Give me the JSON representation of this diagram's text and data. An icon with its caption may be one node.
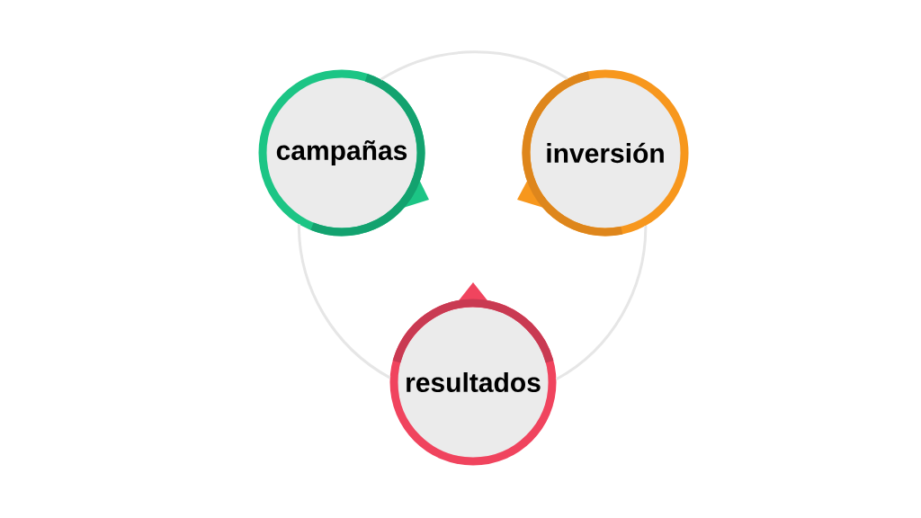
{
  "diagram": {
    "nodes": [
      {
        "text": [
          "campañas"
        ]
      },
      {
        "text": [
          "inversión"
        ]
      },
      {
        "text": [
          "resultados"
        ]
      }
    ],
    "edges": [
      {
        "from": 0,
        "to": 1,
        "arrow": "none"
      },
      {
        "from": 1,
        "to": 2,
        "arrow": "none"
      },
      {
        "from": 2,
        "to": 0,
        "arrow": "none"
      }
    ]
  }
}
